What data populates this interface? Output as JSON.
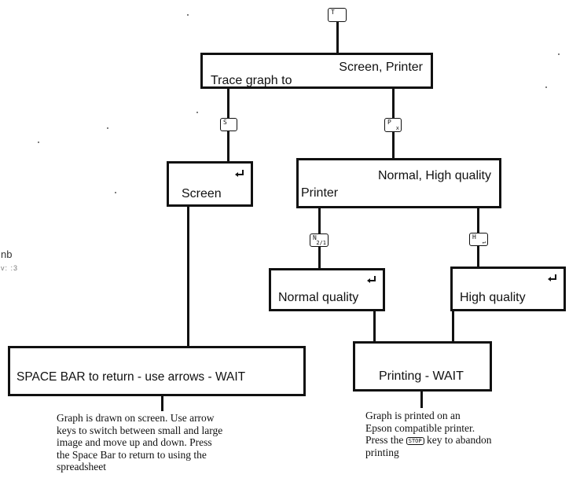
{
  "keys": {
    "trace": "T",
    "screen": "S",
    "printer": "P",
    "printer_sub": "x",
    "normal": "N",
    "normal_sub": "2/1",
    "high": "H",
    "high_sub": "↵"
  },
  "boxes": {
    "trace_options": "Screen, Printer",
    "trace_title": "Trace graph to",
    "screen": "Screen",
    "printer_options": "Normal, High quality",
    "printer_title": "Printer",
    "normal": "Normal quality",
    "high": "High quality",
    "space_bar": "SPACE BAR to return - use arrows - WAIT",
    "printing": "Printing - WAIT"
  },
  "notes": {
    "screen": "Graph is drawn on screen. Use arrow\nkeys to switch between small and large\nimage and move up and down. Press\nthe Space Bar to return to using the\nspreadsheet",
    "printer_before": "Graph is printed on an\nEpson compatible printer.\nPress the",
    "printer_key": "STOP",
    "printer_after": "key to abandon\nprinting"
  },
  "fragments": {
    "left_edge_1": "nb",
    "left_edge_2": "v: :3"
  }
}
